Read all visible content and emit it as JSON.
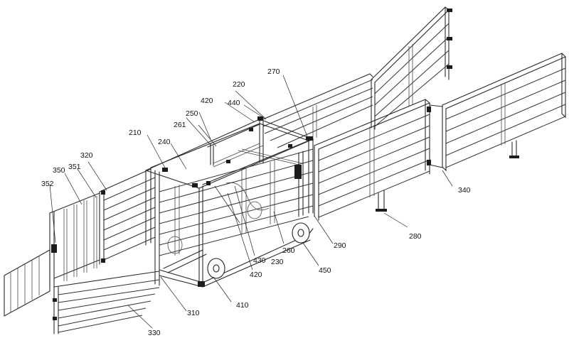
{
  "reference_numerals": {
    "n210": "210",
    "n220": "220",
    "n230": "230",
    "n240": "240",
    "n250": "250",
    "n260": "260",
    "n261": "261",
    "n270": "270",
    "n280": "280",
    "n290": "290",
    "n310": "310",
    "n320": "320",
    "n330": "330",
    "n340": "340",
    "n350": "350",
    "n351": "351",
    "n352": "352",
    "n410": "410",
    "n420a": "420",
    "n420b": "420",
    "n430": "430",
    "n440": "440",
    "n450": "450"
  }
}
